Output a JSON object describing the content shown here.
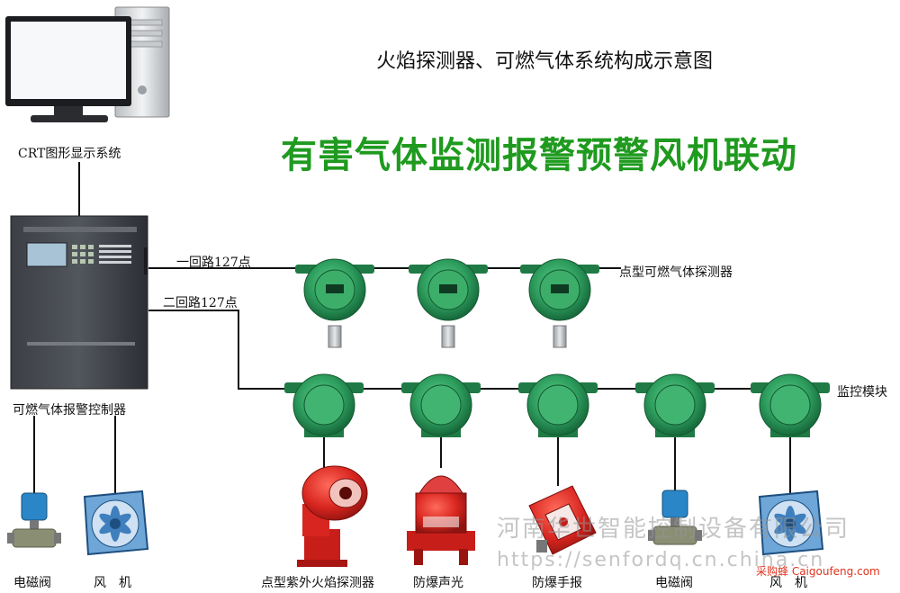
{
  "title": "火焰探测器、可燃气体系统构成示意图",
  "headline": "有害气体监测报警预警风机联动",
  "labels": {
    "crt": "CRT图形显示系统",
    "controller": "可燃气体报警控制器",
    "loop1": "一回路127点",
    "loop2": "二回路127点",
    "point_detector": "点型可燃气体探测器",
    "monitor_module": "监控模块",
    "valve_left": "电磁阀",
    "fan_left": "风　机",
    "flame_detector": "点型紫外火焰探测器",
    "sound_light": "防爆声光",
    "manual_alarm": "防爆手报",
    "valve_right": "电磁阀",
    "fan_right": "风　机"
  },
  "watermark": {
    "company": "河南华世智能控制设备有限公司",
    "url": "https://senfordq.cn.china.cn"
  },
  "brand": "采购蜂 Caigoufeng.com",
  "colors": {
    "headline": "#1f9a1f",
    "detector_green": "#2e9e5e",
    "alarm_red": "#d8251f",
    "line": "#111111"
  }
}
